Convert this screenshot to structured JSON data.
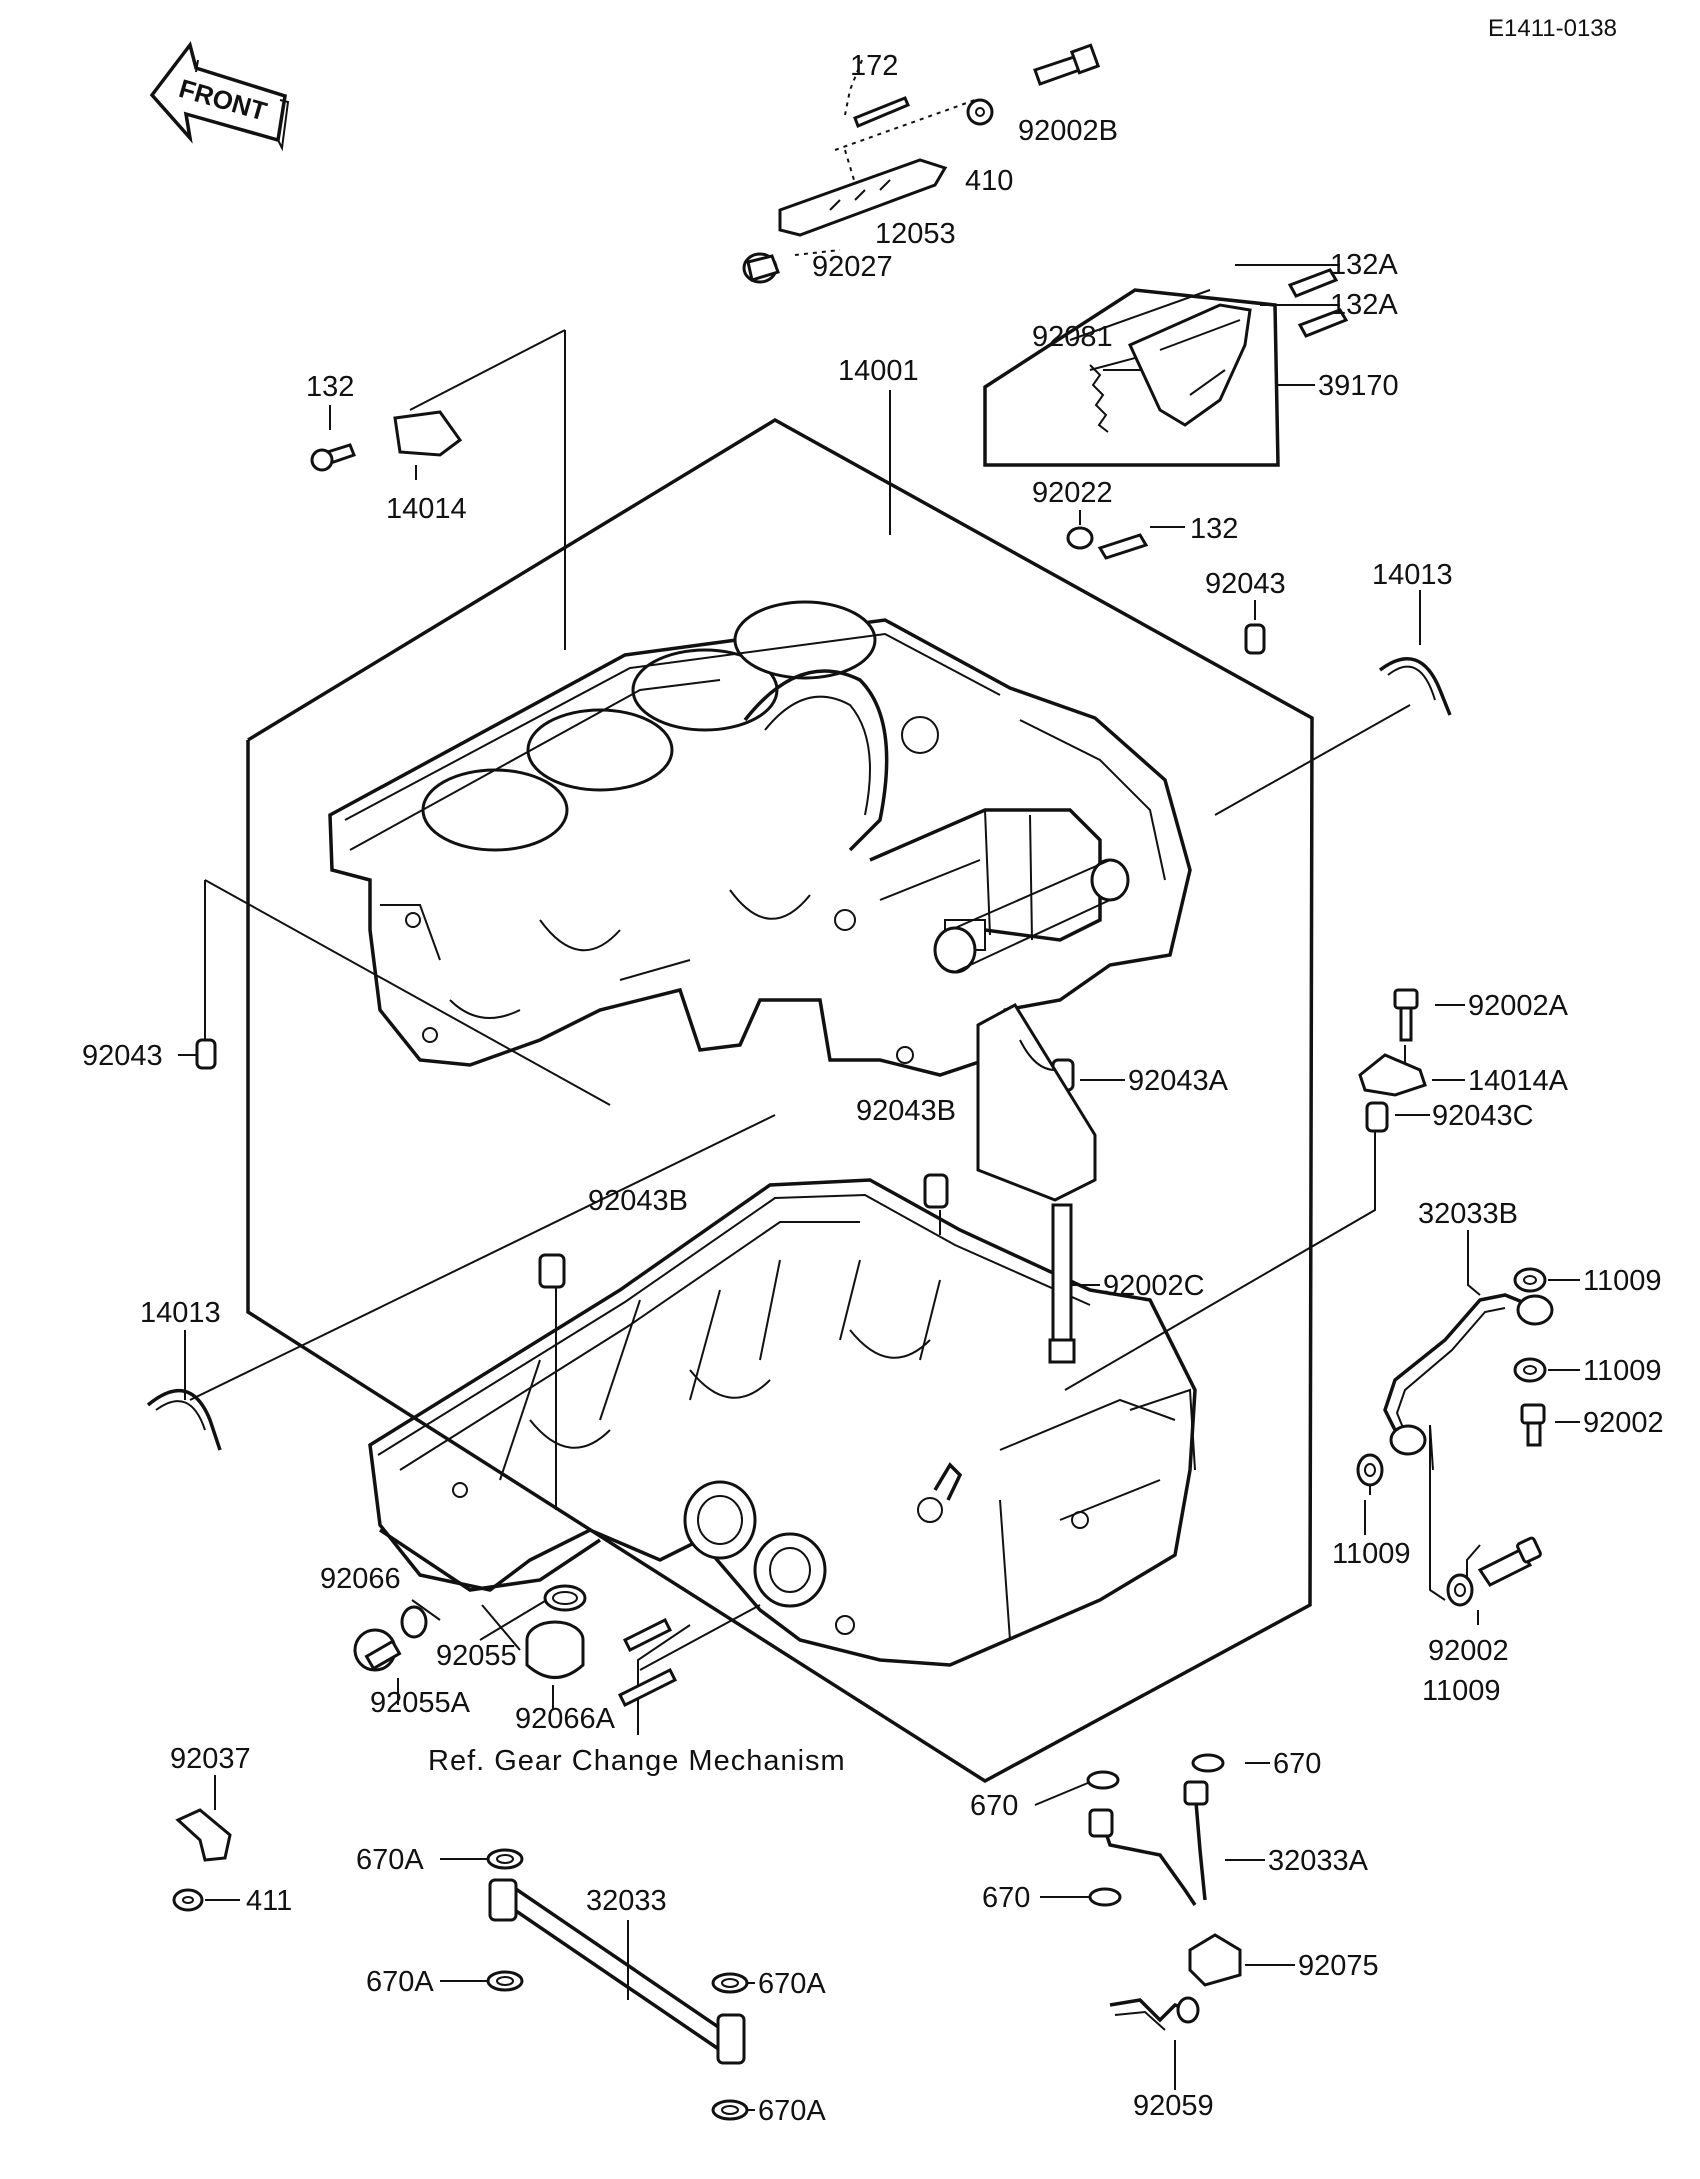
{
  "doc": {
    "code": "E1411-0138",
    "front": "FRONT",
    "ref_note": "Ref. Gear Change Mechanism"
  },
  "labels": {
    "p172": "172",
    "p92002B": "92002B",
    "p410": "410",
    "p12053": "12053",
    "p92027": "92027",
    "p132A_1": "132A",
    "p132A_2": "132A",
    "p92081": "92081",
    "p39170": "39170",
    "p14001": "14001",
    "p132_top": "132",
    "p14014": "14014",
    "p92022": "92022",
    "p132_mid": "132",
    "p92043_top": "92043",
    "p14013_top": "14013",
    "p92043_left": "92043",
    "p92002A": "92002A",
    "p14014A": "14014A",
    "p92043C": "92043C",
    "p92043A": "92043A",
    "p92043B_1": "92043B",
    "p92043B_2": "92043B",
    "p92002C": "92002C",
    "p32033B": "32033B",
    "p11009_1": "11009",
    "p11009_2": "11009",
    "p92002_1": "92002",
    "p14013_left": "14013",
    "p11009_3": "11009",
    "p92002_2": "92002",
    "p11009_4": "11009",
    "p92066": "92066",
    "p92055": "92055",
    "p92055A": "92055A",
    "p92066A": "92066A",
    "p92037": "92037",
    "p411": "411",
    "p670_1": "670",
    "p670_2": "670",
    "p32033A": "32033A",
    "p670_3": "670",
    "p670A_1": "670A",
    "p32033": "32033",
    "p670A_2": "670A",
    "p670A_3": "670A",
    "p92075": "92075",
    "p670A_4": "670A",
    "p92059": "92059"
  }
}
